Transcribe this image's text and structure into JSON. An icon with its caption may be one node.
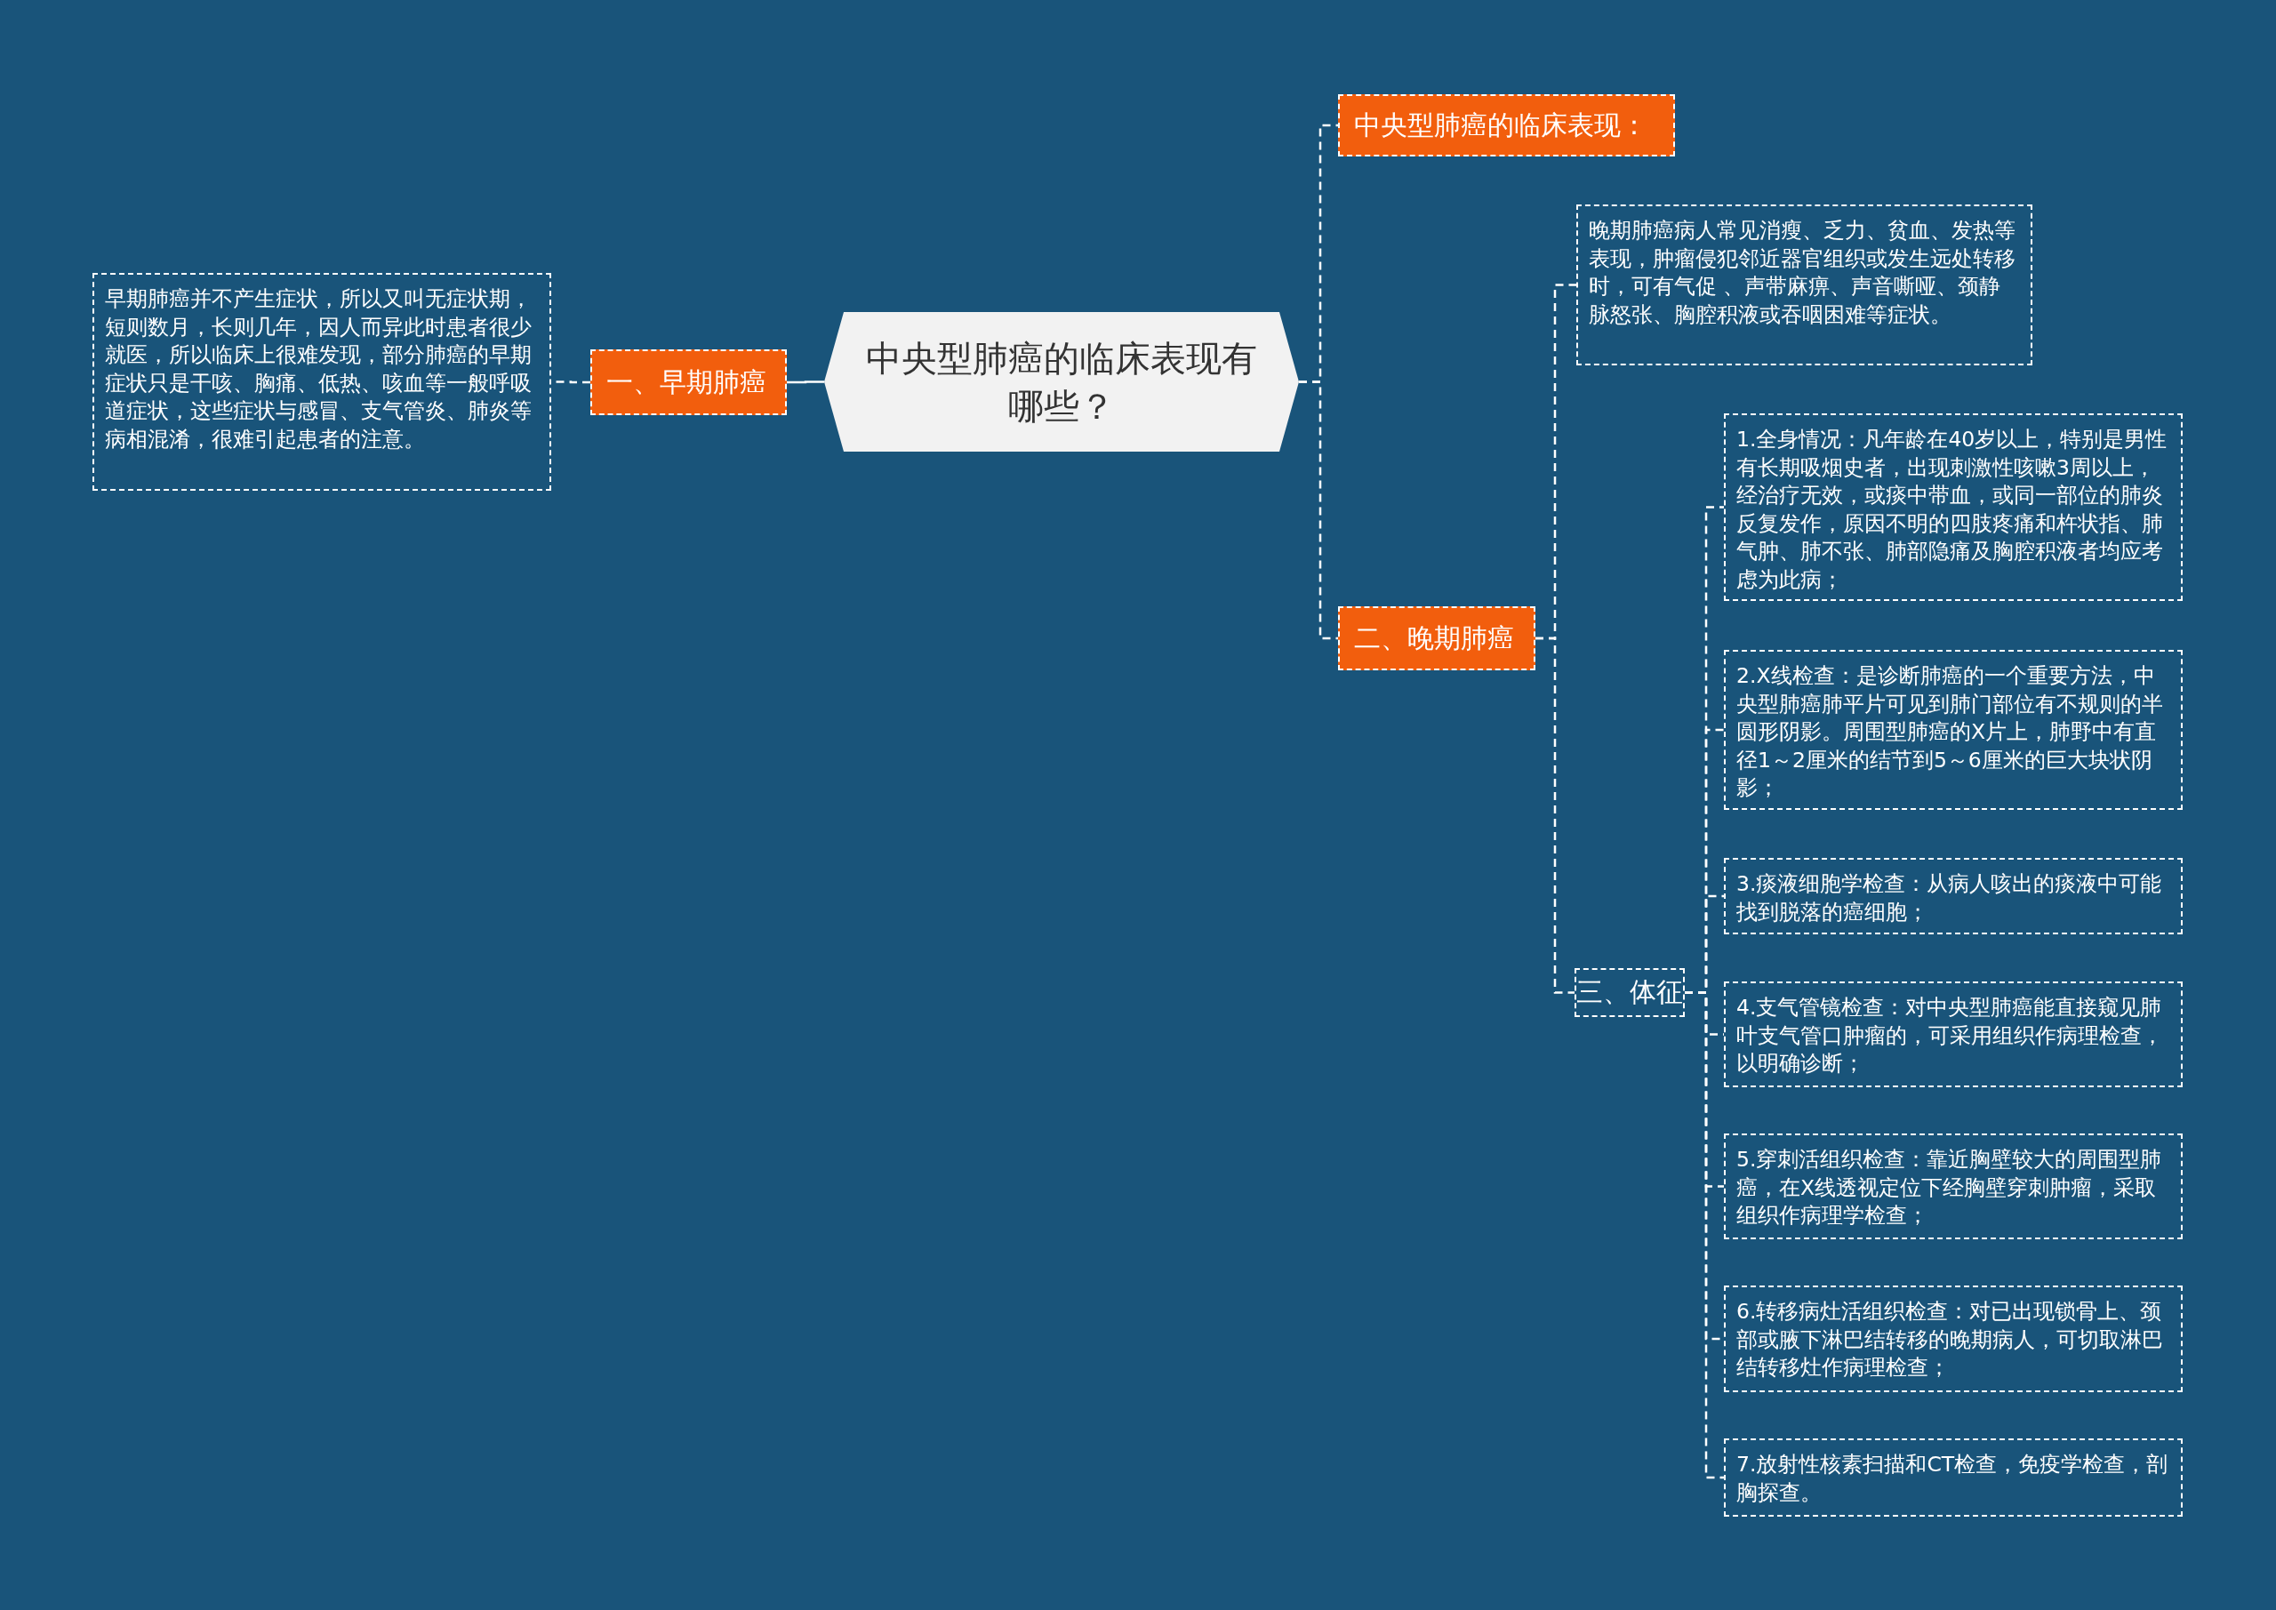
{
  "diagram": {
    "nodes": [
      {
        "text": [
          "中央型肺癌的临床表现有哪些？"
        ]
      },
      {
        "text": [
          "一、早期肺癌"
        ]
      },
      {
        "text": [
          "早期肺癌并不产生症状，所以又叫无症状期，短则数月，长则几年，因人而异此时患者很少就医，所以临床上很难发现，部分肺癌的早期症状只是干咳、胸痛、低热、咳血等一般呼吸道症状，这些症状与感冒、支气管炎、肺炎等病相混淆，很难引起患者的注意。"
        ]
      },
      {
        "text": [
          "中央型肺癌的临床表现："
        ]
      },
      {
        "text": [
          "二、晚期肺癌"
        ]
      },
      {
        "text": [
          "晚期肺癌病人常见消瘦、乏力、贫血、发热等表现，肿瘤侵犯邻近器官组织或发生远处转移时，可有气促 、声带麻痹、声音嘶哑、颈静脉怒张、胸腔积液或吞咽困难等症状。"
        ]
      },
      {
        "text": [
          "三、体征"
        ]
      },
      {
        "text": [
          "1.全身情况：凡年龄在40岁以上，特别是男性有长期吸烟史者，出现刺激性咳嗽3周以上，经治疗无效，或痰中带血，或同一部位的肺炎反复发作，原因不明的四肢疼痛和杵状指、肺气肿、肺不张、肺部隐痛及胸腔积液者均应考虑为此病；"
        ]
      },
      {
        "text": [
          "2.X线检查：是诊断肺癌的一个重要方法，中央型肺癌肺平片可见到肺门部位有不规则的半圆形阴影。周围型肺癌的X片上，肺野中有直径1～2厘米的结节到5～6厘米的巨大块状阴影；"
        ]
      },
      {
        "text": [
          "3.痰液细胞学检查：从病人咳出的痰液中可能找到脱落的癌细胞；"
        ]
      },
      {
        "text": [
          "4.支气管镜检查：对中央型肺癌能直接窥见肺叶支气管口肿瘤的，可采用组织作病理检查，以明确诊断；"
        ]
      },
      {
        "text": [
          "5.穿刺活组织检查：靠近胸壁较大的周围型肺癌，在X线透视定位下经胸壁穿刺肿瘤，采取组织作病理学检查；"
        ]
      },
      {
        "text": [
          "6.转移病灶活组织检查：对已出现锁骨上、颈部或腋下淋巴结转移的晚期病人，可切取淋巴结转移灶作病理检查；"
        ]
      },
      {
        "text": [
          "7.放射性核素扫描和CT检查，免疫学检查，剖胸探查。"
        ]
      }
    ],
    "edges": [
      {
        "from": 0,
        "to": 1,
        "arrow": "none"
      },
      {
        "from": 1,
        "to": 2,
        "arrow": "none",
        "style": "dashed"
      },
      {
        "from": 0,
        "to": 3,
        "arrow": "none",
        "style": "dashed"
      },
      {
        "from": 0,
        "to": 4,
        "arrow": "none",
        "style": "dashed"
      },
      {
        "from": 4,
        "to": 5,
        "arrow": "none",
        "style": "dashed"
      },
      {
        "from": 4,
        "to": 6,
        "arrow": "none",
        "style": "dashed"
      },
      {
        "from": 6,
        "to": 7,
        "arrow": "none",
        "style": "dashed"
      },
      {
        "from": 6,
        "to": 8,
        "arrow": "none",
        "style": "dashed"
      },
      {
        "from": 6,
        "to": 9,
        "arrow": "none",
        "style": "dashed"
      },
      {
        "from": 6,
        "to": 10,
        "arrow": "none",
        "style": "dashed"
      },
      {
        "from": 6,
        "to": 11,
        "arrow": "none",
        "style": "dashed"
      },
      {
        "from": 6,
        "to": 12,
        "arrow": "none",
        "style": "dashed"
      },
      {
        "from": 6,
        "to": 13,
        "arrow": "none",
        "style": "dashed"
      }
    ]
  }
}
